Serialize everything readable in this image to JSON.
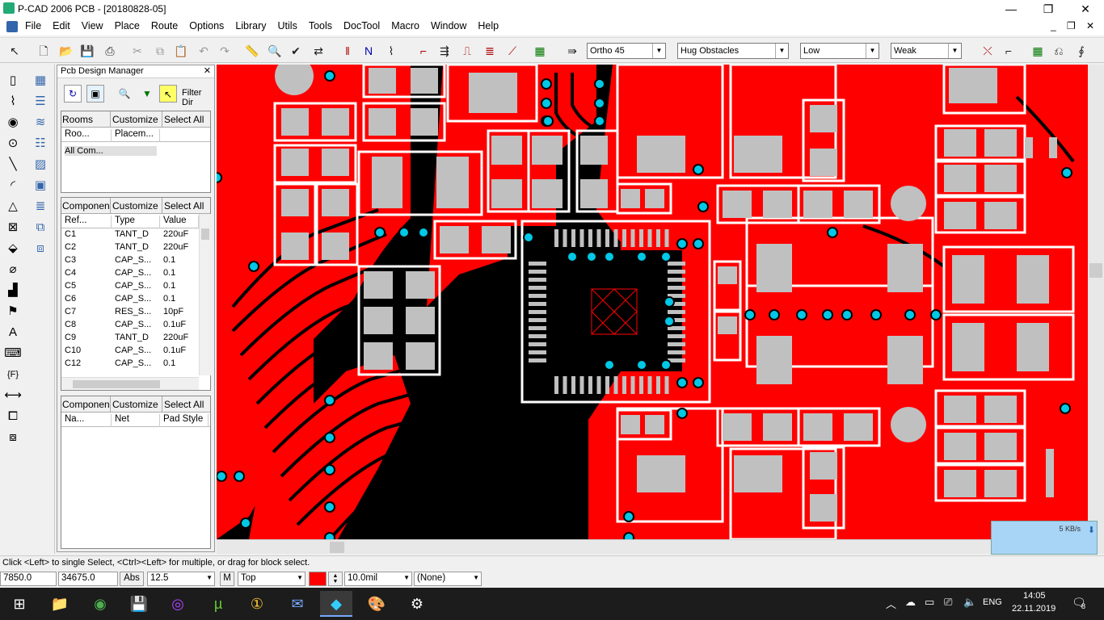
{
  "window": {
    "title": "P-CAD 2006 PCB - [20180828-05]",
    "minimize": "—",
    "maximize": "❐",
    "close": "✕"
  },
  "menu": [
    "File",
    "Edit",
    "View",
    "Place",
    "Route",
    "Options",
    "Library",
    "Utils",
    "Tools",
    "DocTool",
    "Macro",
    "Window",
    "Help"
  ],
  "mdi": {
    "minimize": "_",
    "restore": "❐",
    "close": "✕"
  },
  "toolbar": {
    "route_mode": "Ortho 45",
    "obstacle_mode": "Hug Obstacles",
    "level1": "Low",
    "level2": "Weak"
  },
  "panel": {
    "title": "Pcb Design Manager",
    "filter_label": "Filter Dir",
    "rooms": {
      "title": "Rooms",
      "customize": "Customize",
      "select_all": "Select All",
      "col1": "Roo...",
      "col2": "Placem...",
      "rows": [
        [
          "All Com...",
          ""
        ]
      ]
    },
    "components": {
      "title": "Componen",
      "customize": "Customize",
      "select_all": "Select All",
      "col1": "Ref...",
      "col2": "Type",
      "col3": "Value",
      "rows": [
        [
          "C1",
          "TANT_D",
          "220uF"
        ],
        [
          "C2",
          "TANT_D",
          "220uF"
        ],
        [
          "C3",
          "CAP_S...",
          "0.1"
        ],
        [
          "C4",
          "CAP_S...",
          "0.1"
        ],
        [
          "C5",
          "CAP_S...",
          "0.1"
        ],
        [
          "C6",
          "CAP_S...",
          "0.1"
        ],
        [
          "C7",
          "RES_S...",
          "10pF"
        ],
        [
          "C8",
          "CAP_S...",
          "0.1uF"
        ],
        [
          "C9",
          "TANT_D",
          "220uF"
        ],
        [
          "C10",
          "CAP_S...",
          "0.1uF"
        ],
        [
          "C12",
          "CAP_S...",
          "0.1"
        ]
      ]
    },
    "pads": {
      "title": "Componen",
      "customize": "Customize",
      "select_all": "Select All",
      "col1": "Na...",
      "col2": "Net",
      "col3": "Pad Style"
    }
  },
  "status": {
    "hint": "Click <Left> to single Select, <Ctrl><Left> for multiple, or drag for block select."
  },
  "coords": {
    "x": "7850.0",
    "y": "34675.0",
    "abs": "Abs",
    "grid": "12.5",
    "m": "M",
    "layer": "Top",
    "width": "10.0mil",
    "none": "(None)"
  },
  "notification": {
    "speed": "5 KB/s"
  },
  "taskbar": {
    "lang": "ENG",
    "time": "14:05",
    "date": "22.11.2019",
    "badge": "8"
  },
  "colors": {
    "copper": "#ff0000",
    "board": "#000000",
    "silk": "#ffffff",
    "pad": "#c0c0c0",
    "via": "#00c8e6"
  }
}
